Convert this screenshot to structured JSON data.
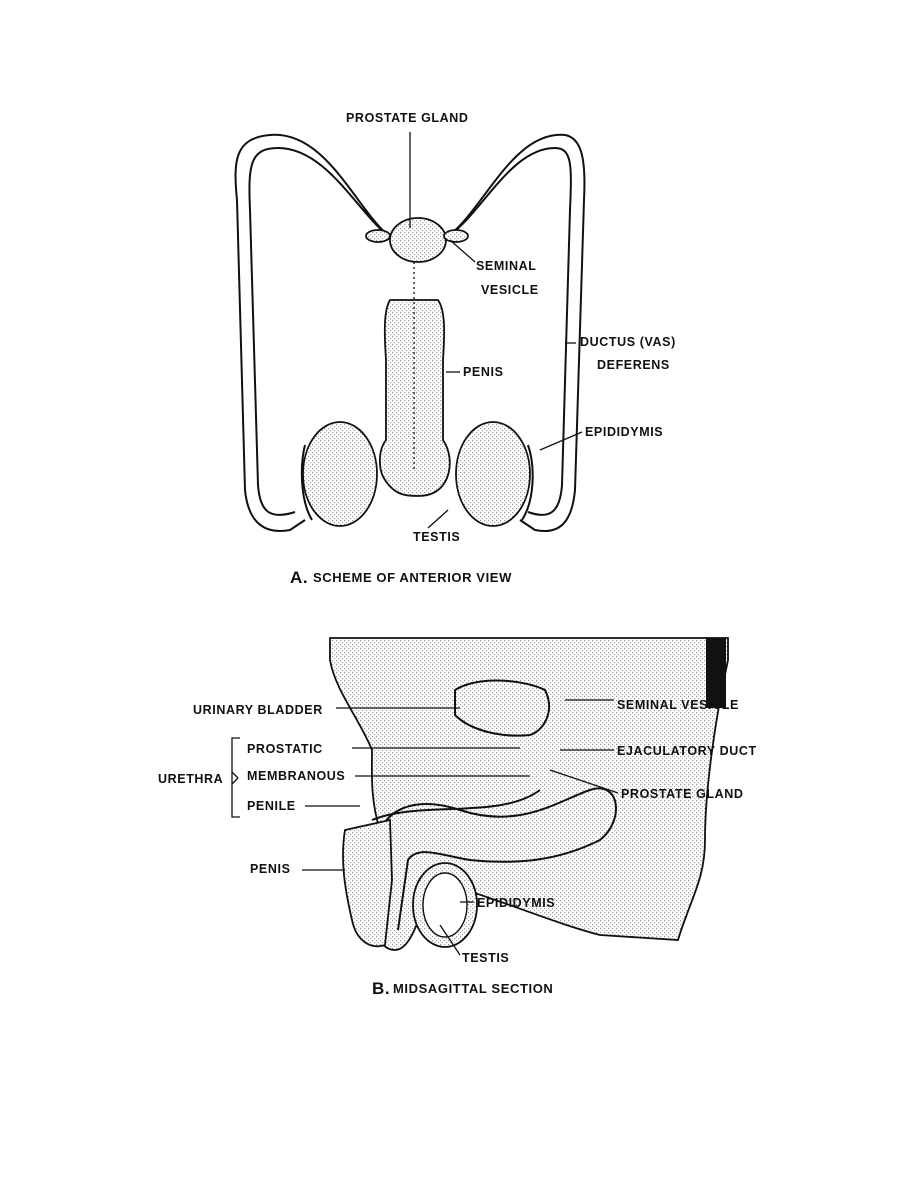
{
  "figure_a": {
    "labels": {
      "prostate_gland": "PROSTATE GLAND",
      "seminal_vesicle_1": "SEMINAL",
      "seminal_vesicle_2": "VESICLE",
      "ductus_1": "DUCTUS (VAS)",
      "ductus_2": "DEFERENS",
      "penis": "PENIS",
      "epididymis": "EPIDIDYMIS",
      "testis": "TESTIS"
    },
    "caption_letter": "A.",
    "caption": "SCHEME OF ANTERIOR VIEW"
  },
  "figure_b": {
    "labels": {
      "urinary_bladder": "URINARY BLADDER",
      "urethra": "URETHRA",
      "prostatic": "PROSTATIC",
      "membranous": "MEMBRANOUS",
      "penile": "PENILE",
      "penis": "PENIS",
      "seminal_vesicle": "SEMINAL VESICLE",
      "ejaculatory_duct": "EJACULATORY DUCT",
      "prostate_gland": "PROSTATE GLAND",
      "epididymis": "EPIDIDYMIS",
      "testis": "TESTIS"
    },
    "caption_letter": "B.",
    "caption": "MIDSAGITTAL SECTION"
  }
}
